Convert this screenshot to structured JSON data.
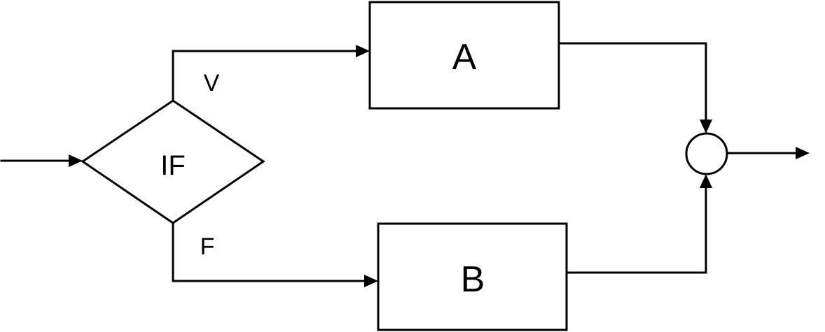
{
  "decision": {
    "label": "IF"
  },
  "branches": {
    "true_label": "V",
    "false_label": "F"
  },
  "blocks": {
    "a": {
      "label": "A"
    },
    "b": {
      "label": "B"
    }
  }
}
